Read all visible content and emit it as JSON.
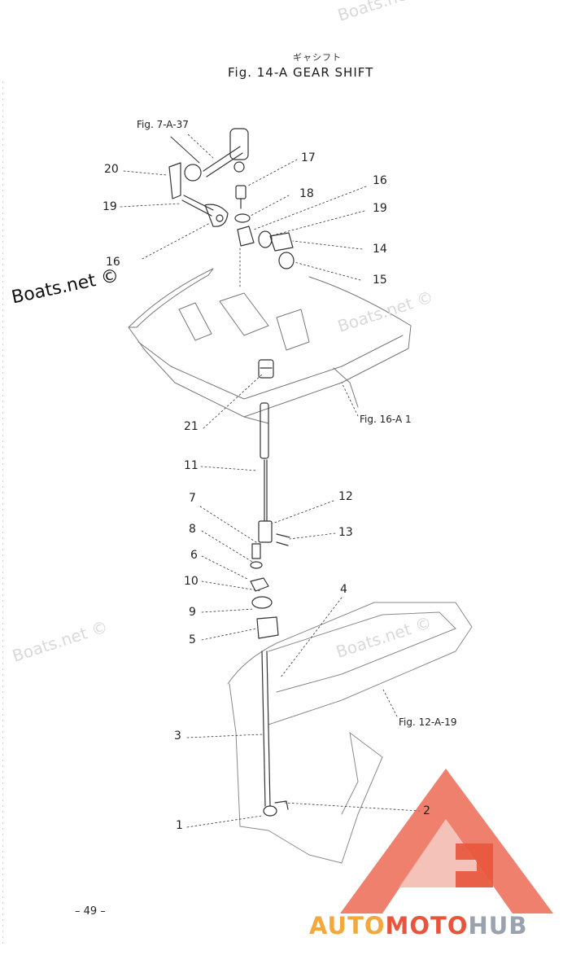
{
  "header": {
    "jp_caption": "ギャシフト",
    "title": "Fig. 14-A  GEAR SHIFT"
  },
  "refs": {
    "fig_7a37": "Fig. 7-A-37",
    "fig_16a1": "Fig. 16-A 1",
    "fig_12a19": "Fig. 12-A-19"
  },
  "callouts": {
    "n20": "20",
    "n19a": "19",
    "n16a": "16",
    "n17": "17",
    "n18": "18",
    "n16b": "16",
    "n19b": "19",
    "n14": "14",
    "n15": "15",
    "n21": "21",
    "n11": "11",
    "n12": "12",
    "n13": "13",
    "n7": "7",
    "n8": "8",
    "n6": "6",
    "n10": "10",
    "n9": "9",
    "n5": "5",
    "n4": "4",
    "n3": "3",
    "n2": "2",
    "n1": "1"
  },
  "watermarks": {
    "main": "Boats.net ©",
    "faint1": "Boats.net ©",
    "faint2": "Boats.net ©",
    "faint3": "Boats.net ©",
    "faint4": "Boats.net ©"
  },
  "footer": {
    "page": "– 49 –",
    "brand_a": "AUTO",
    "brand_b": "MOTO",
    "brand_c": "HUB"
  },
  "colors": {
    "logo_red": "#e8553c",
    "logo_pink": "#f3b3a8",
    "logo_orange": "#f2a83a",
    "logo_gray": "#9aa3ad"
  }
}
